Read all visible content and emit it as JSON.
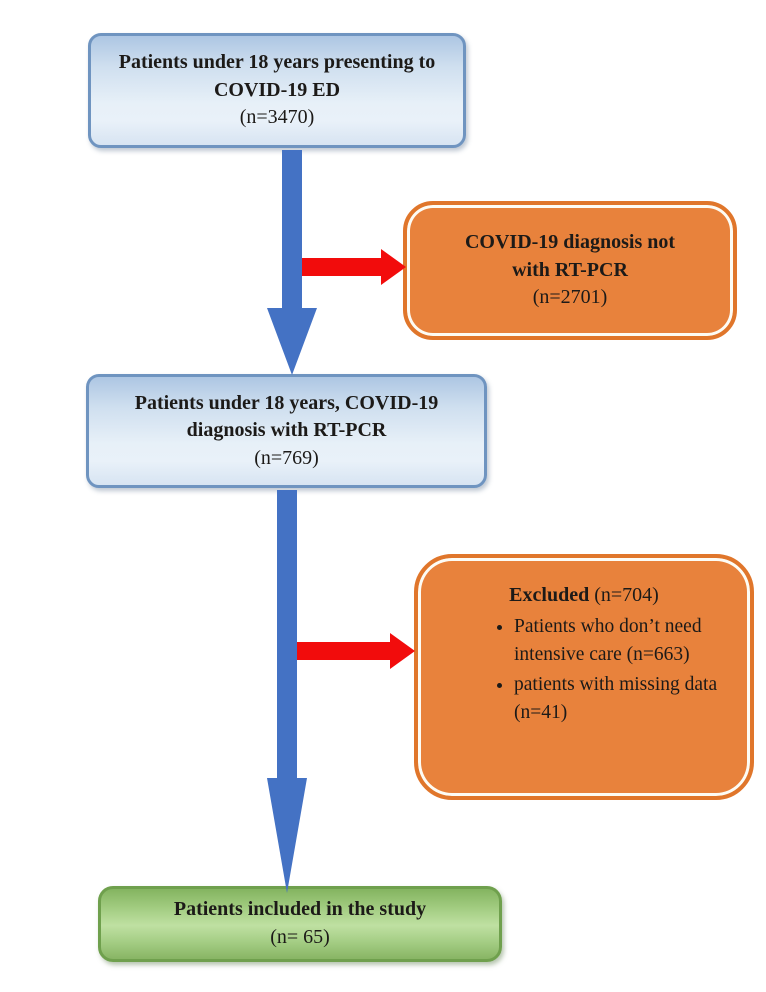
{
  "diagram": {
    "kind": "patient-flow-chart",
    "flow": {
      "screened": {
        "text": "Patients under 18 years presenting to COVID-19 ED",
        "n": "(n=3470)"
      },
      "excluded_no_pcr": {
        "text": "COVID-19 diagnosis not with RT-PCR",
        "n": "(n=2701)"
      },
      "pcr_confirmed": {
        "text": "Patients under 18 years, COVID-19 diagnosis with RT-PCR",
        "n": "(n=769)"
      },
      "excluded": {
        "title": "Excluded",
        "title_n": "(n=704)",
        "bullets": [
          "Patients who don’t need intensive care (n=663)",
          "patients with missing data (n=41)"
        ]
      },
      "included": {
        "text": "Patients included in the study",
        "n": "(n= 65)"
      }
    },
    "colors": {
      "arrow_blue": "#4472c4",
      "arrow_red": "#f20c0c",
      "blue_box_border": "#6f94c0",
      "orange_fill": "#e8823c",
      "orange_border": "#e0762b",
      "green_border": "#6fa04d",
      "text": "#1c1a18"
    }
  }
}
